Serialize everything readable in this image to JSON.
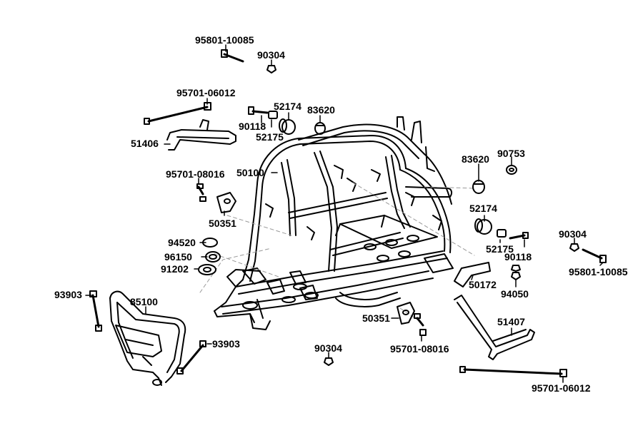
{
  "colors": {
    "ink": "#000000",
    "background": "#ffffff",
    "guide": "#999999"
  },
  "labels": {
    "p95801_10085_top": "95801-10085",
    "p90304_top": "90304",
    "p95701_06012_top": "95701-06012",
    "p52174_top": "52174",
    "p83620_top": "83620",
    "p90118_top": "90118",
    "p52175_top": "52175",
    "p51406": "51406",
    "p50100": "50100",
    "p95701_08016_left": "95701-08016",
    "p50351_left": "50351",
    "p83620_right": "83620",
    "p90753": "90753",
    "p52174_right": "52174",
    "p90304_right": "90304",
    "p52175_right": "52175",
    "p90118_right": "90118",
    "p95801_10085_right": "95801-10085",
    "p94520": "94520",
    "p96150": "96150",
    "p91202": "91202",
    "p50172": "50172",
    "p94050": "94050",
    "p93903_left": "93903",
    "p85100": "85100",
    "p50351_bottom": "50351",
    "p51407": "51407",
    "p93903_bottom": "93903",
    "p90304_bottom": "90304",
    "p95701_08016_bottom": "95701-08016",
    "p95701_06012_bottom": "95701-06012"
  }
}
